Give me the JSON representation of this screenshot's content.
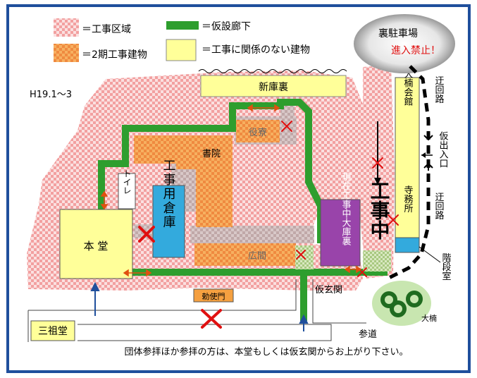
{
  "legend": {
    "construction_zone": "＝工事区域",
    "phase2_building": "＝2期工事建物",
    "temp_corridor": "＝仮設廊下",
    "unrelated_building": "＝工事に関係のない建物"
  },
  "date_label": "H19.1〜3",
  "buildings": {
    "shinkoura": "新庫裏",
    "yakuryo": "役寮",
    "shoin": "書院",
    "toilet": "トイレ",
    "construction_storage": "工事用倉庫",
    "hondo": "本 堂",
    "hiroma": "広間",
    "chokushimon": "勅使門",
    "sansodo": "三祖堂",
    "current_kouri": "現在工事中大庫裏",
    "under_construction": "工事中",
    "okusu_hall": "大楠会館",
    "temple_office": "寺務所",
    "stairs_room": "階段室"
  },
  "labels": {
    "rear_parking": "裏駐車場",
    "no_entry": "進入禁止！",
    "detour_top": "迂回路",
    "temp_exit": "仮出入口",
    "detour_bottom": "迂回路",
    "temp_entrance": "仮玄関",
    "approach_road": "参道",
    "big_camphor": "大楠"
  },
  "notice": "団体参拝ほか参拝の方は、本堂もしくは仮玄関からお上がり下さい。",
  "colors": {
    "border": "#1f4f9c",
    "corridor": "#2e9e2e",
    "zone_pink": "#f2a3a3",
    "phase2_orange": "#f5a040",
    "unrelated_yellow": "#ffff99",
    "storage_blue": "#33aadd",
    "purple": "#9944aa",
    "red_x": "#e01010",
    "dark_green": "#1f6b1f"
  }
}
